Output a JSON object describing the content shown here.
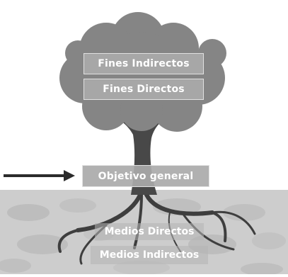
{
  "diagram": {
    "labels": {
      "fines_indirectos": "Fines Indirectos",
      "fines_directos": "Fines Directos",
      "objetivo_general": "Objetivo general",
      "medios_directos": "Medios Directos",
      "medios_indirectos": "Medios Indirectos"
    },
    "colors": {
      "canopy": "#858585",
      "trunk": "#4a4a4a",
      "ground": "#c9c9c9",
      "box": "#aaaaaa",
      "arrow": "#2b2b2b"
    },
    "icons": [
      "tree-canopy",
      "tree-trunk",
      "roots",
      "arrow-right"
    ]
  }
}
